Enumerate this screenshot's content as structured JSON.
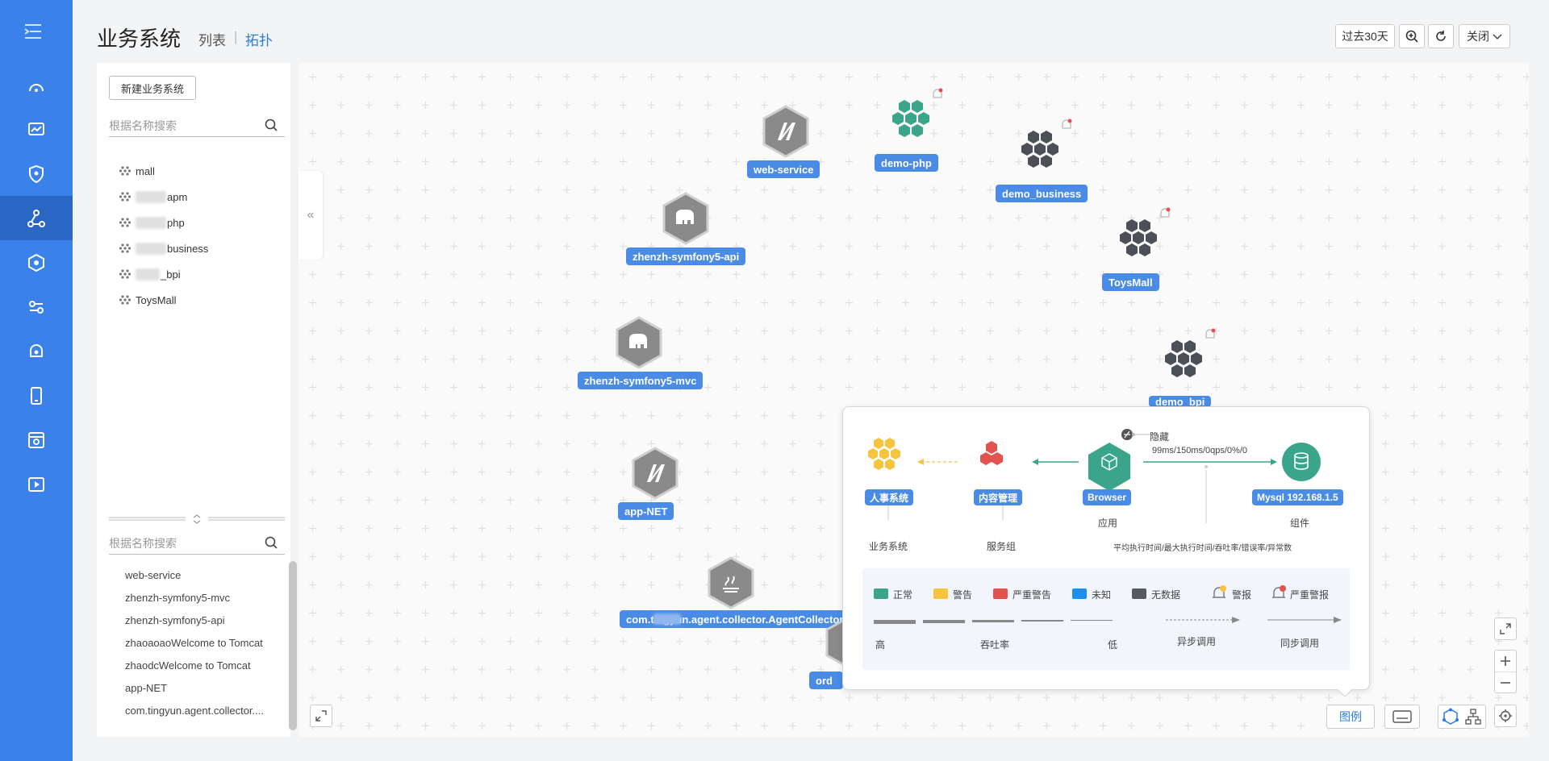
{
  "header": {
    "title": "业务系统",
    "tab_list": "列表",
    "tab_sep": "|",
    "tab_topo": "拓扑"
  },
  "toolbar": {
    "range": "过去30天",
    "close": "关闭"
  },
  "left_panel": {
    "new_button": "新建业务系统",
    "search_placeholder": "根据名称搜索",
    "systems": [
      "mall",
      "apm",
      "php",
      "business",
      "_bpi",
      "ToysMall"
    ],
    "service_search_placeholder": "根据名称搜索",
    "services": [
      "web-service",
      "zhenzh-symfony5-mvc",
      "zhenzh-symfony5-api",
      "zhaoaoaoWelcome to Tomcat",
      "zhaodcWelcome to Tomcat",
      "app-NET",
      "com.tingyun.agent.collector...."
    ]
  },
  "nodes": {
    "web_service": "web-service",
    "demo_php": "demo-php",
    "demo_business": "demo_business",
    "symfony_api": "zhenzh-symfony5-api",
    "toysmall": "ToysMall",
    "symfony_mvc": "zhenzh-symfony5-mvc",
    "demo_bpi": "demo_bpi",
    "app_net": "app-NET",
    "collector": "com.tingyun.agent.collector.AgentCollector",
    "order": "ord"
  },
  "legend": {
    "hide": "隐藏",
    "metrics": "99ms/150ms/0qps/0%/0",
    "node_hr": "人事系统",
    "node_content": "内容管理",
    "node_browser": "Browser",
    "node_mysql": "Mysql 192.168.1.5",
    "cap_app": "应用",
    "cap_component": "组件",
    "cap_biz": "业务系统",
    "cap_group": "服务组",
    "cap_metric": "平均执行时间/最大执行时间/吞吐率/错误率/异常数",
    "status_normal": "正常",
    "status_warn": "警告",
    "status_critical": "严重警告",
    "status_unknown": "未知",
    "status_nodata": "无数据",
    "alarm": "警报",
    "alarm_critical": "严重警报",
    "high": "高",
    "throughput": "吞吐率",
    "low": "低",
    "async": "异步调用",
    "sync": "同步调用"
  },
  "bottom": {
    "legend_button": "图例"
  },
  "colors": {
    "nav": "#3a82ea",
    "label": "#4a8be6",
    "normal": "#3aa58a",
    "warn": "#f7c43d",
    "critical": "#e2534f",
    "unknown": "#1a8ff0",
    "nodata": "#555a63"
  }
}
